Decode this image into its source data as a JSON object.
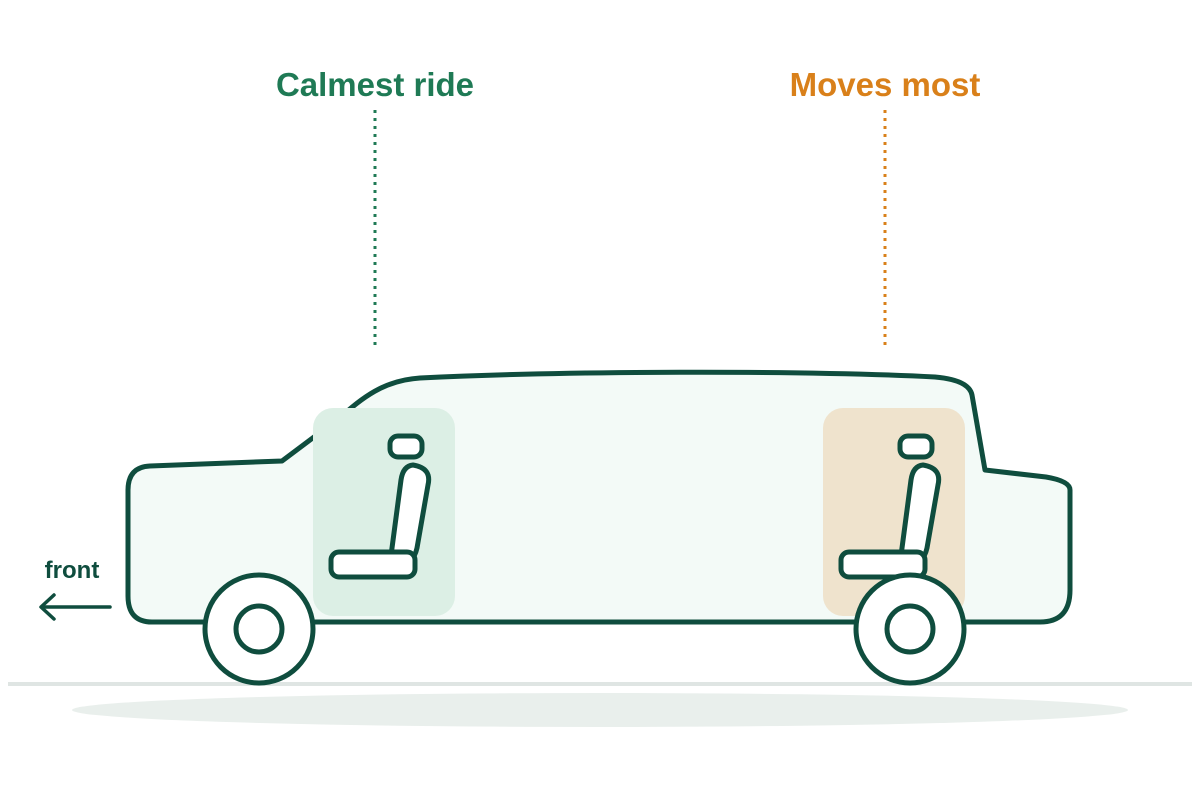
{
  "labels": {
    "calm": "Calmest ride",
    "moves": "Moves most",
    "front": "front"
  },
  "icons": {
    "vehicle": "van-side-icon",
    "front_seat": "seat-icon",
    "rear_seat": "seat-icon",
    "direction": "arrow-left-icon"
  },
  "colors": {
    "outline": "#0f4d3e",
    "body_fill": "#f3faf7",
    "calm": "#1f7a55",
    "calm_zone": "#dcefe5",
    "moves": "#d9801a",
    "moves_zone": "#efe3cd",
    "ground": "#dfe5e3",
    "shadow": "#e9efec"
  }
}
